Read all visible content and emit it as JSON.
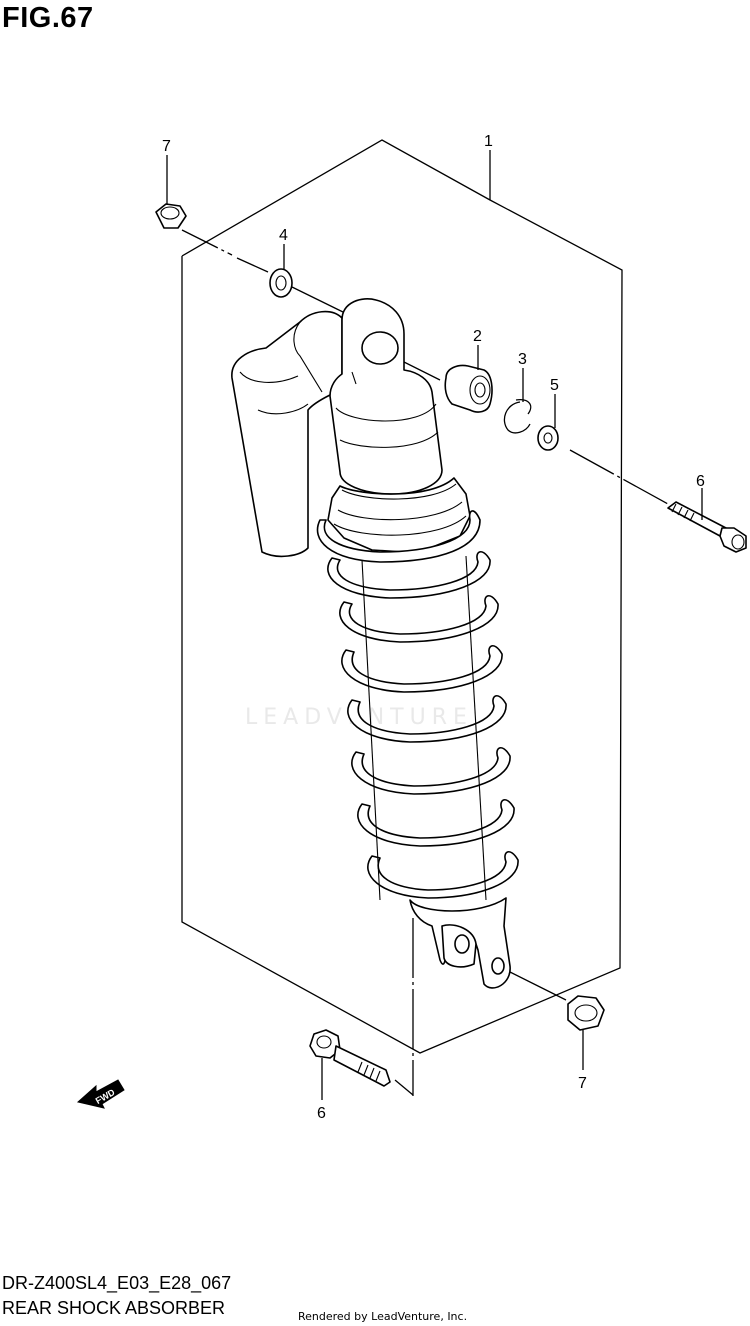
{
  "figure": {
    "title": "FIG.67",
    "model_code": "DR-Z400SL4_E03_E28_067",
    "caption": "REAR SHOCK ABSORBER",
    "credit": "Rendered by LeadVenture, Inc.",
    "watermark": "LEADVENTURE"
  },
  "callouts": [
    {
      "label": "1",
      "part": "shock-absorber-assembly"
    },
    {
      "label": "2",
      "part": "bushing"
    },
    {
      "label": "3",
      "part": "circlip"
    },
    {
      "label": "4",
      "part": "washer-upper"
    },
    {
      "label": "5",
      "part": "washer"
    },
    {
      "label": "6",
      "part": "bolt-upper"
    },
    {
      "label": "6",
      "part": "bolt-lower"
    },
    {
      "label": "7",
      "part": "nut-upper"
    },
    {
      "label": "7",
      "part": "nut-lower"
    }
  ],
  "direction_badge": {
    "label": "FWD"
  }
}
